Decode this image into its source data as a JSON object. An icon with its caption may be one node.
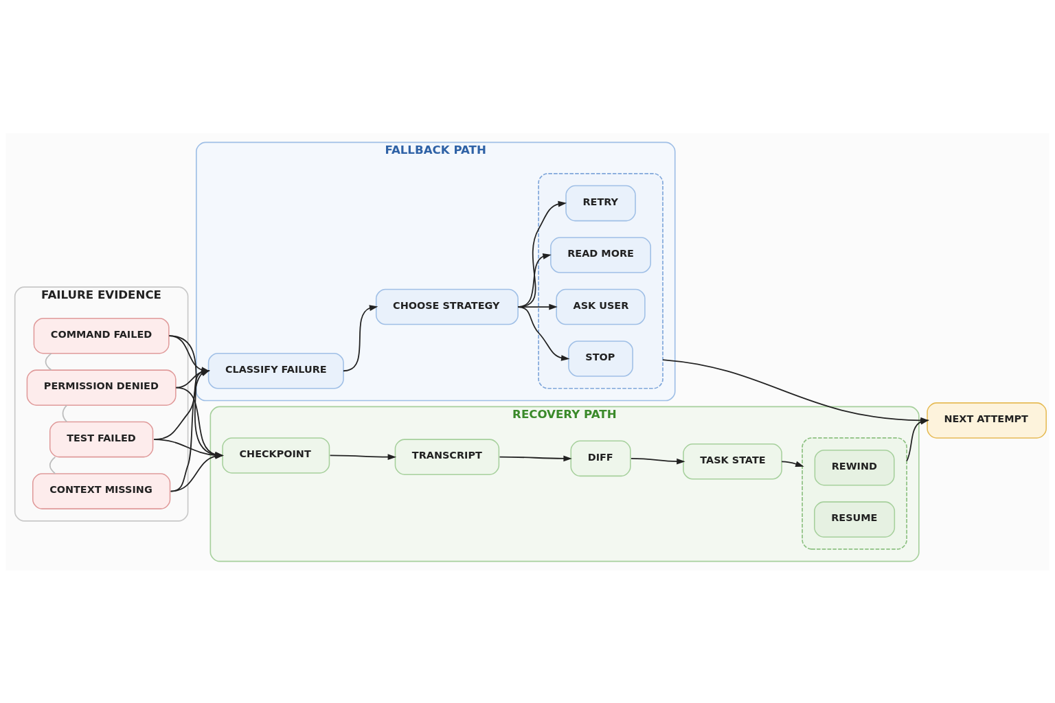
{
  "diagram": {
    "nodes": [
      {
        "text": [
          "FAILURE EVIDENCE"
        ]
      },
      {
        "text": [
          "COMMAND FAILED"
        ],
        "in": 0
      },
      {
        "text": [
          "PERMISSION DENIED"
        ],
        "in": 0
      },
      {
        "text": [
          "TEST FAILED"
        ],
        "in": 0
      },
      {
        "text": [
          "CONTEXT MISSING"
        ],
        "in": 0
      },
      {
        "text": [
          "FALLBACK PATH"
        ]
      },
      {
        "text": [
          "CLASSIFY FAILURE"
        ],
        "in": 5
      },
      {
        "text": [
          "CHOOSE STRATEGY"
        ],
        "in": 5
      },
      {
        "text": [],
        "shape": "box",
        "in": 5
      },
      {
        "text": [
          "RETRY"
        ],
        "in": 8
      },
      {
        "text": [
          "READ MORE"
        ],
        "in": 8
      },
      {
        "text": [
          "ASK USER"
        ],
        "in": 8
      },
      {
        "text": [
          "STOP"
        ],
        "in": 8
      },
      {
        "text": [
          "RECOVERY PATH"
        ]
      },
      {
        "text": [
          "CHECKPOINT"
        ],
        "in": 13
      },
      {
        "text": [
          "TRANSCRIPT"
        ],
        "in": 13
      },
      {
        "text": [
          "DIFF"
        ],
        "in": 13
      },
      {
        "text": [
          "TASK STATE"
        ],
        "in": 13
      },
      {
        "text": [],
        "shape": "box",
        "in": 13
      },
      {
        "text": [
          "REWIND"
        ],
        "in": 18
      },
      {
        "text": [
          "RESUME"
        ],
        "in": 18
      },
      {
        "text": [
          "NEXT ATTEMPT"
        ]
      }
    ],
    "edges": [
      {
        "from": 1,
        "to": 2,
        "arrow": "none",
        "color": "#bdbdbd"
      },
      {
        "from": 2,
        "to": 3,
        "arrow": "none",
        "color": "#bdbdbd"
      },
      {
        "from": 3,
        "to": 4,
        "arrow": "none",
        "color": "#bdbdbd"
      },
      {
        "from": 1,
        "to": 6,
        "arrow": "to"
      },
      {
        "from": 2,
        "to": 6,
        "arrow": "to"
      },
      {
        "from": 3,
        "to": 6,
        "arrow": "to"
      },
      {
        "from": 4,
        "to": 6,
        "arrow": "to"
      },
      {
        "from": 1,
        "to": 14,
        "arrow": "to"
      },
      {
        "from": 2,
        "to": 14,
        "arrow": "to"
      },
      {
        "from": 3,
        "to": 14,
        "arrow": "to"
      },
      {
        "from": 4,
        "to": 14,
        "arrow": "to"
      },
      {
        "from": 6,
        "to": 7,
        "arrow": "to"
      },
      {
        "from": 7,
        "to": 9,
        "arrow": "to"
      },
      {
        "from": 7,
        "to": 10,
        "arrow": "to"
      },
      {
        "from": 7,
        "to": 11,
        "arrow": "to"
      },
      {
        "from": 7,
        "to": 12,
        "arrow": "to"
      },
      {
        "from": 8,
        "to": 21,
        "arrow": "to"
      },
      {
        "from": 14,
        "to": 15,
        "arrow": "to"
      },
      {
        "from": 15,
        "to": 16,
        "arrow": "to"
      },
      {
        "from": 16,
        "to": 17,
        "arrow": "to"
      },
      {
        "from": 17,
        "to": 18,
        "arrow": "to"
      },
      {
        "from": 18,
        "to": 21,
        "arrow": "to"
      }
    ]
  }
}
